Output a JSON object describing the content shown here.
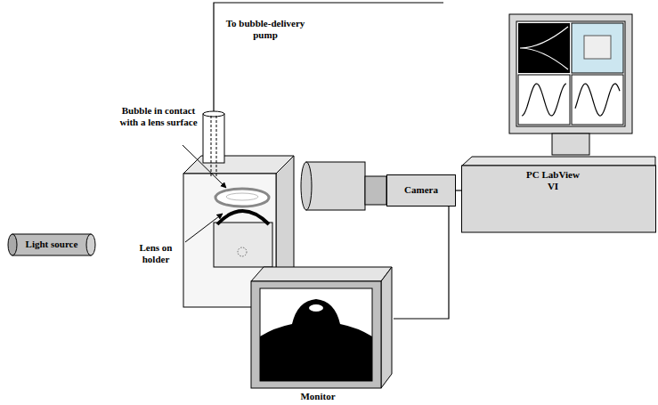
{
  "diagram": {
    "nodes": [
      {
        "text": [
          "Light source"
        ]
      },
      {
        "text": [
          "Camera"
        ]
      },
      {
        "text": [
          "PC LabView VI"
        ]
      },
      {
        "text": [
          "Monitor"
        ]
      }
    ],
    "edges": [
      {
        "from": 1,
        "to": 2,
        "arrow": "none"
      },
      {
        "from": 1,
        "to": 3,
        "arrow": "none"
      }
    ],
    "labels": [
      "To bubble-delivery pump",
      "Bubble in contact with a lens surface",
      "Lens on holder"
    ]
  }
}
